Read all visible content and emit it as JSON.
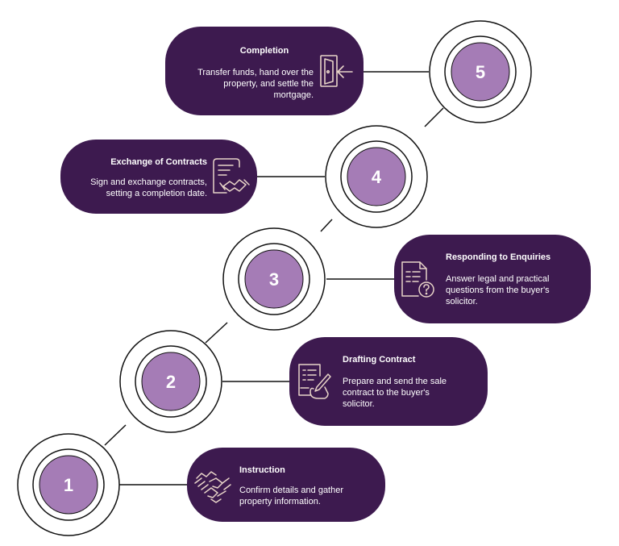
{
  "colors": {
    "card_bg": "#3d1a4f",
    "circle_fill": "#a57cb6",
    "line": "#111111",
    "icon_stroke": "#e8d4c8",
    "text": "#ffffff"
  },
  "steps": [
    {
      "number": "1",
      "title": "Instruction",
      "description": "Confirm details and gather property information.",
      "icon": "handshake-icon"
    },
    {
      "number": "2",
      "title": "Drafting Contract",
      "description": "Prepare and send the sale contract to the buyer's solicitor.",
      "icon": "signing-document-icon"
    },
    {
      "number": "3",
      "title": "Responding to Enquiries",
      "description": "Answer legal and practical questions from the buyer's solicitor.",
      "icon": "question-document-icon"
    },
    {
      "number": "4",
      "title": "Exchange of Contracts",
      "description": "Sign and exchange contracts, setting a completion date.",
      "icon": "contract-handshake-icon"
    },
    {
      "number": "5",
      "title": "Completion",
      "description": "Transfer funds, hand over the property, and settle the mortgage.",
      "icon": "door-enter-icon"
    }
  ]
}
